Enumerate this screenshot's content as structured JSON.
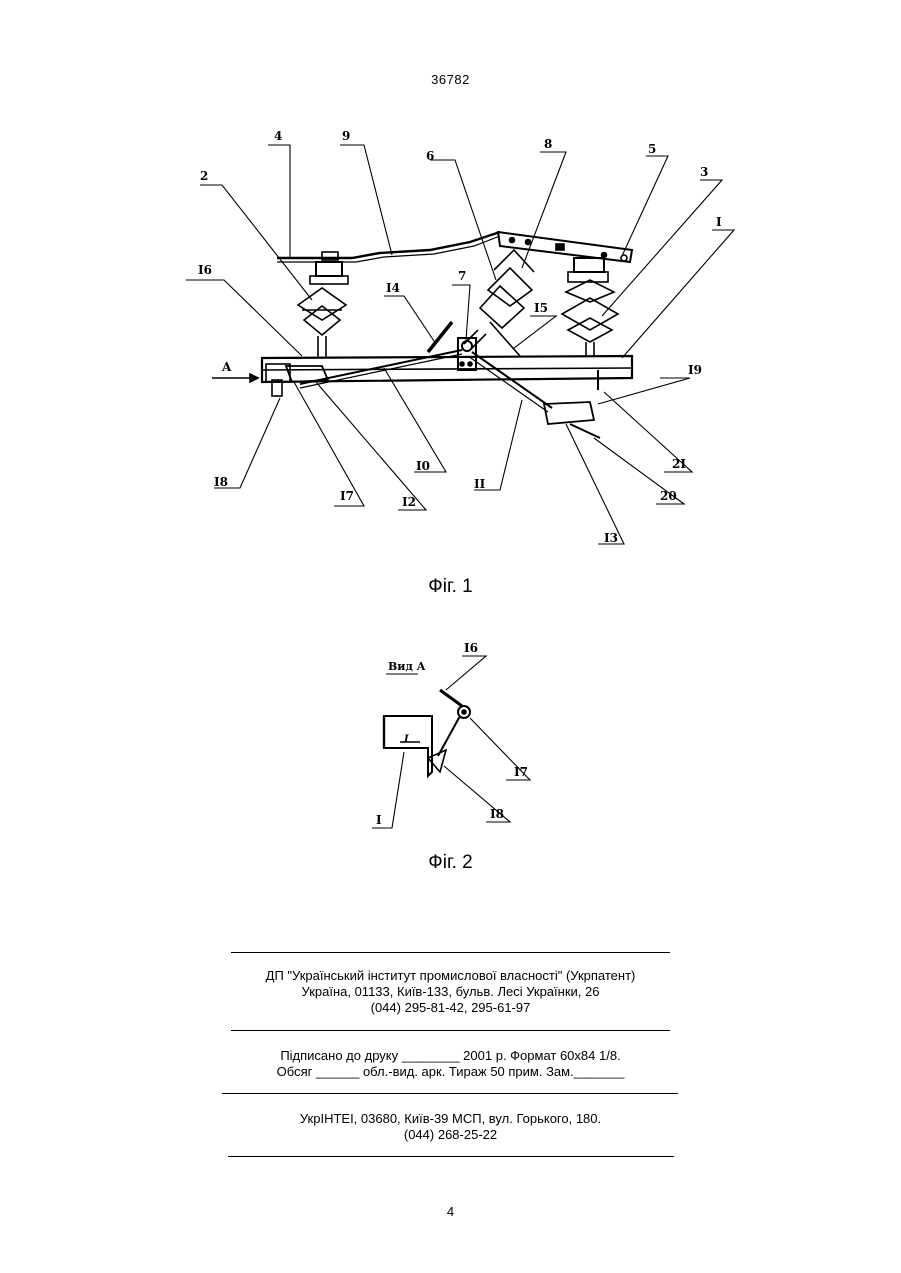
{
  "header": {
    "doc_number": "36782"
  },
  "fig1": {
    "caption": "Фіг. 1",
    "labels": {
      "l1": "I",
      "l2": "2",
      "l3": "3",
      "l4": "4",
      "l5": "5",
      "l6": "6",
      "l7": "7",
      "l8": "8",
      "l9": "9",
      "l10": "I0",
      "l11": "II",
      "l12": "I2",
      "l13": "I3",
      "l14": "I4",
      "l15": "I5",
      "l16": "I6",
      "l17": "I7",
      "l18": "I8",
      "l19": "I9",
      "l20": "20",
      "l21": "2I",
      "arrow_a": "A"
    }
  },
  "fig2": {
    "caption": "Фіг. 2",
    "view_label": "Вид А",
    "labels": {
      "l1": "I",
      "l16": "I6",
      "l17": "I7",
      "l18": "I8"
    }
  },
  "imprint": {
    "block1": {
      "line1": "ДП \"Український інститут промислової власності\" (Укрпатент)",
      "line2": "Україна, 01133, Київ-133, бульв. Лесі Українки, 26",
      "line3": "(044) 295-81-42, 295-61-97"
    },
    "block2": {
      "line1": "Підписано до друку ________ 2001 р.    Формат 60х84 1/8.",
      "line2": "Обсяг ______ обл.-вид. арк.   Тираж 50 прим.    Зам._______"
    },
    "block3": {
      "line1": "УкрІНТЕІ, 03680, Київ-39 МСП, вул. Горького, 180.",
      "line2": "(044) 268-25-22"
    }
  },
  "footer": {
    "page_number": "4"
  }
}
